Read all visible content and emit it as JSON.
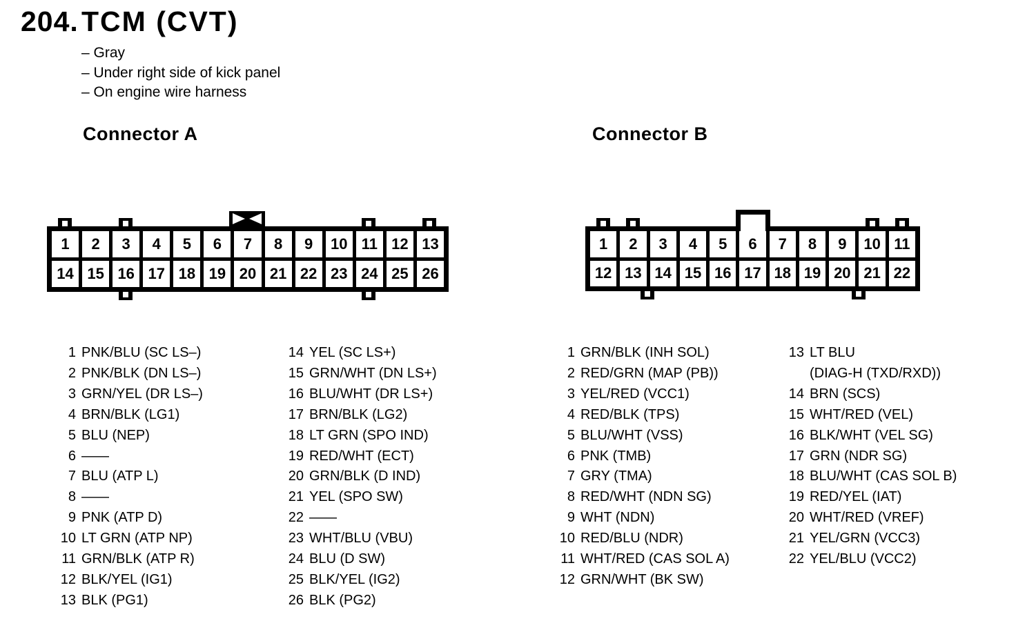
{
  "header": {
    "number": "204.",
    "title": "TCM (CVT)",
    "notes": [
      "– Gray",
      "– Under right side of kick panel",
      "– On engine wire harness"
    ]
  },
  "connector_a": {
    "label": "Connector A",
    "cells_top": [
      "1",
      "2",
      "3",
      "4",
      "5",
      "6",
      "7",
      "8",
      "9",
      "10",
      "11",
      "12",
      "13"
    ],
    "cells_bottom": [
      "14",
      "15",
      "16",
      "17",
      "18",
      "19",
      "20",
      "21",
      "22",
      "23",
      "24",
      "25",
      "26"
    ],
    "pins_col1": [
      {
        "n": "1",
        "d": "PNK/BLU (SC LS–)"
      },
      {
        "n": "2",
        "d": "PNK/BLK (DN LS–)"
      },
      {
        "n": "3",
        "d": "GRN/YEL (DR LS–)"
      },
      {
        "n": "4",
        "d": "BRN/BLK (LG1)"
      },
      {
        "n": "5",
        "d": "BLU (NEP)"
      },
      {
        "n": "6",
        "d": "——"
      },
      {
        "n": "7",
        "d": "BLU (ATP L)"
      },
      {
        "n": "8",
        "d": "——"
      },
      {
        "n": "9",
        "d": "PNK (ATP D)"
      },
      {
        "n": "10",
        "d": "LT GRN (ATP NP)"
      },
      {
        "n": "11",
        "d": "GRN/BLK (ATP R)"
      },
      {
        "n": "12",
        "d": "BLK/YEL (IG1)"
      },
      {
        "n": "13",
        "d": "BLK (PG1)"
      }
    ],
    "pins_col2": [
      {
        "n": "14",
        "d": "YEL (SC LS+)"
      },
      {
        "n": "15",
        "d": "GRN/WHT (DN LS+)"
      },
      {
        "n": "16",
        "d": "BLU/WHT (DR LS+)"
      },
      {
        "n": "17",
        "d": "BRN/BLK (LG2)"
      },
      {
        "n": "18",
        "d": "LT GRN (SPO IND)"
      },
      {
        "n": "19",
        "d": "RED/WHT (ECT)"
      },
      {
        "n": "20",
        "d": "GRN/BLK (D IND)"
      },
      {
        "n": "21",
        "d": "YEL (SPO SW)"
      },
      {
        "n": "22",
        "d": "——"
      },
      {
        "n": "23",
        "d": "WHT/BLU (VBU)"
      },
      {
        "n": "24",
        "d": "BLU (D SW)"
      },
      {
        "n": "25",
        "d": "BLK/YEL (IG2)"
      },
      {
        "n": "26",
        "d": "BLK (PG2)"
      }
    ]
  },
  "connector_b": {
    "label": "Connector B",
    "cells_top": [
      "1",
      "2",
      "3",
      "4",
      "5",
      "6",
      "7",
      "8",
      "9",
      "10",
      "11"
    ],
    "cells_bottom": [
      "12",
      "13",
      "14",
      "15",
      "16",
      "17",
      "18",
      "19",
      "20",
      "21",
      "22"
    ],
    "pins_col1": [
      {
        "n": "1",
        "d": "GRN/BLK (INH SOL)"
      },
      {
        "n": "2",
        "d": "RED/GRN (MAP (PB))"
      },
      {
        "n": "3",
        "d": "YEL/RED (VCC1)"
      },
      {
        "n": "4",
        "d": "RED/BLK (TPS)"
      },
      {
        "n": "5",
        "d": "BLU/WHT (VSS)"
      },
      {
        "n": "6",
        "d": "PNK (TMB)"
      },
      {
        "n": "7",
        "d": "GRY (TMA)"
      },
      {
        "n": "8",
        "d": "RED/WHT (NDN SG)"
      },
      {
        "n": "9",
        "d": "WHT (NDN)"
      },
      {
        "n": "10",
        "d": "RED/BLU (NDR)"
      },
      {
        "n": "11",
        "d": "WHT/RED (CAS SOL A)"
      },
      {
        "n": "12",
        "d": "GRN/WHT (BK SW)"
      }
    ],
    "pins_col2": [
      {
        "n": "13",
        "d": "LT BLU\n(DIAG-H (TXD/RXD))"
      },
      {
        "n": "14",
        "d": "BRN (SCS)"
      },
      {
        "n": "15",
        "d": "WHT/RED (VEL)"
      },
      {
        "n": "16",
        "d": "BLK/WHT (VEL SG)"
      },
      {
        "n": "17",
        "d": "GRN (NDR SG)"
      },
      {
        "n": "18",
        "d": "BLU/WHT (CAS SOL B)"
      },
      {
        "n": "19",
        "d": "RED/YEL (IAT)"
      },
      {
        "n": "20",
        "d": "WHT/RED (VREF)"
      },
      {
        "n": "21",
        "d": "YEL/GRN (VCC3)"
      },
      {
        "n": "22",
        "d": "YEL/BLU (VCC2)"
      }
    ]
  },
  "colors": {
    "ink": "#000000",
    "paper": "#ffffff"
  }
}
